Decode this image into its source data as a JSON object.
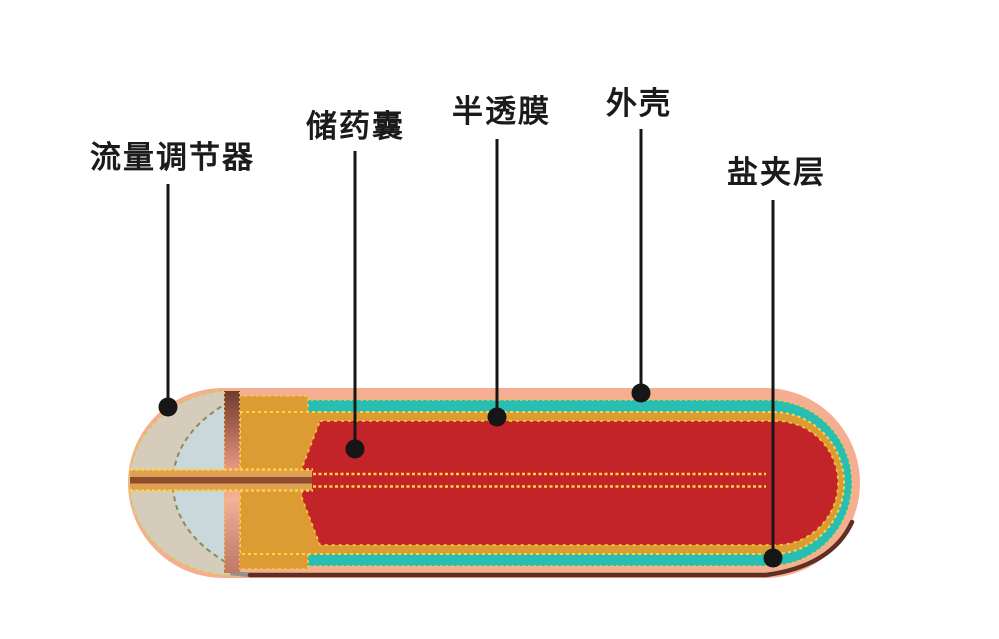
{
  "diagram": {
    "type": "cross-section illustration of an implantable osmotic pump capsule",
    "labels": {
      "flow_regulator": "流量调节器",
      "drug_reservoir": "储药囊",
      "semipermeable_membrane": "半透膜",
      "outer_shell": "外壳",
      "salt_layer": "盐夹层"
    }
  },
  "colors": {
    "background": "#FFFFFF",
    "outer_shell": "#F6AE92",
    "salt_layer": "#29BEB4",
    "membrane": "#DC9B33",
    "drug_reservoir": "#C2242A",
    "regulator_cap": "#D5CCBB",
    "regulator_inner_dome": "#CBD8DB",
    "piston_top": "#6E3B30",
    "piston_mid": "#F2A78F",
    "piston_bottom": "#BF7A67",
    "tube_light": "#DFA055",
    "tube_dark": "#8F4B2D",
    "dotted_yellow": "#FFD53C",
    "edge_dash_yellow": "#EFCB40",
    "rim_shadow_dark": "#5F2F20",
    "rim_shadow_gray": "#94918A",
    "pointer_line": "#161616",
    "label_text": "#1B1B1B"
  }
}
